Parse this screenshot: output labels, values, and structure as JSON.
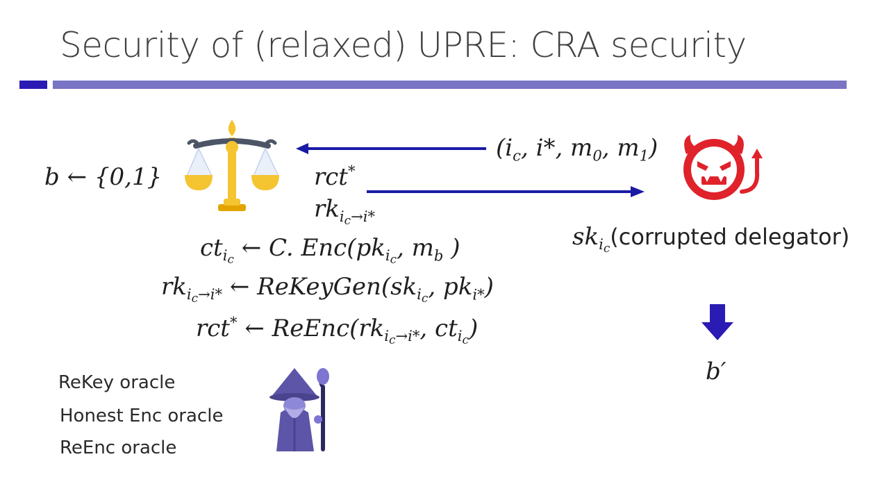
{
  "slide": {
    "title": "Security of (relaxed) UPRE: CRA security"
  },
  "diagram": {
    "challenger_bit": "b ← {0,1}",
    "challenge_msg_prefix": "(i",
    "challenge_msg_rest": ", i*, m",
    "challenge_msg_m0sub": "0",
    "challenge_msg_sep": ", m",
    "challenge_msg_m1sub": "1",
    "challenge_msg_close": ")",
    "response_rct": "rct*",
    "response_rk": "rk",
    "response_rk_sub": "ic→i*",
    "corrupted_sk": "sk",
    "corrupted_sk_sub": "ic",
    "corrupted_label": "(corrupted delegator)",
    "eq1": "ctᵢᶜ ← C. Enc(pkᵢᶜ, m_b )",
    "eq2": "rkᵢᶜ→ᵢ* ← ReKeyGen(skᵢᶜ, pkᵢ*)",
    "eq3": "rct* ← ReEnc(rkᵢᶜ→ᵢ*, ctᵢᶜ)",
    "adversary_guess": "b′",
    "oracles": [
      "ReKey oracle",
      "Honest Enc oracle",
      "ReEnc oracle"
    ]
  },
  "icons": {
    "challenger": "scales-icon",
    "adversary": "devil-icon",
    "oracle": "wizard-icon",
    "guess_arrow": "down-arrow-icon"
  },
  "colors": {
    "accent_dark": "#2a1bb4",
    "accent_light": "#7a74c4",
    "arrow": "#1a1aa6",
    "devil": "#e0222b",
    "scales": "#f5c431",
    "wizard": "#5d55a8"
  }
}
